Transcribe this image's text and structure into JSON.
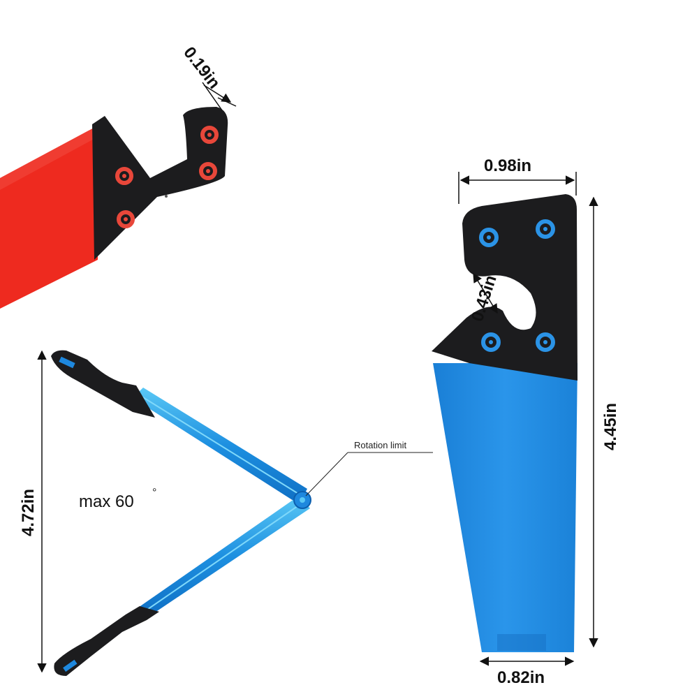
{
  "dimensions": {
    "hook_gap": "0.19in",
    "head_width": "0.98in",
    "hook_depth": "0.43in",
    "body_length": "4.45in",
    "bottom_width": "0.82in",
    "open_height": "4.72in"
  },
  "annotations": {
    "max_angle": "max 60",
    "degree_mark": "°",
    "rotation_label": "Rotation limit"
  },
  "colors": {
    "red_part": "#ee2a1f",
    "red_ring": "#e8473a",
    "blue_part": "#1e88de",
    "blue_ring": "#2b93e6",
    "black_part": "#1c1c1e",
    "dim_line": "#111111"
  },
  "views": [
    {
      "name": "red-stand-detail",
      "color": "red"
    },
    {
      "name": "blue-stand-front",
      "color": "blue"
    },
    {
      "name": "open-stand-side",
      "color": "blue"
    }
  ]
}
